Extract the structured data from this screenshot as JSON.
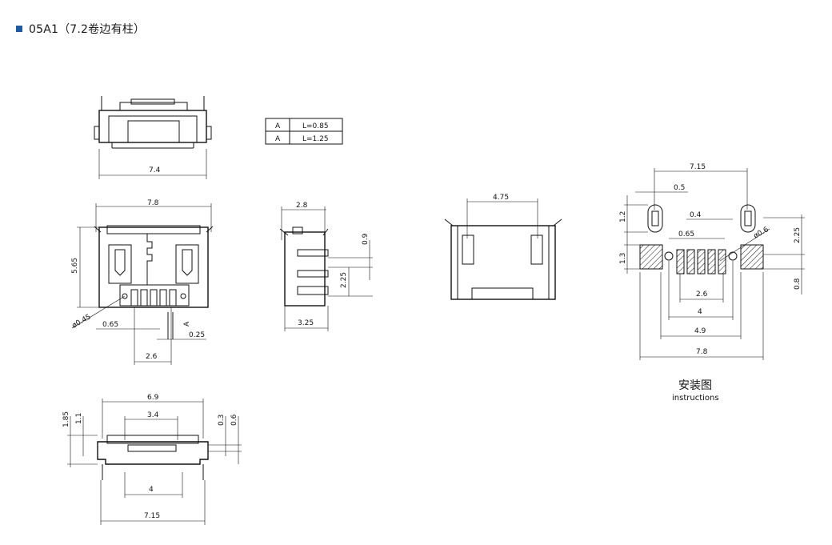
{
  "header": {
    "title": "05A1（7.2卷边有柱）",
    "bullet_color": "#1f5aa6",
    "bullet_icon": "square-bullet-icon"
  },
  "table": {
    "rows": [
      {
        "code": "A",
        "value": "L=0.85"
      },
      {
        "code": "A",
        "value": "L=1.25"
      }
    ]
  },
  "dims": {
    "top_view": {
      "width": "7.4"
    },
    "front_view": {
      "width": "7.8",
      "height": "5.65",
      "hole": "ø0.45",
      "pitch": "0.65",
      "span": "2.6",
      "lead": "0.25",
      "marker": "A"
    },
    "side_view": {
      "width": "2.8",
      "depth": "3.25",
      "h1": "0.9",
      "h2": "2.25"
    },
    "rear_view": {
      "width": "4.75"
    },
    "bottom_view": {
      "width": "6.9",
      "inner": "3.4",
      "h1": "1.85",
      "h2": "1.1",
      "h3": "0.3",
      "h4": "0.6",
      "pin_span": "4",
      "base": "7.15"
    },
    "footprint": {
      "span": "7.15",
      "slot_w": "0.5",
      "slot_h": "1.2",
      "gap": "0.4",
      "pitch": "0.65",
      "hole": "ø0.6",
      "pad_h": "1.3",
      "right_h": "2.25",
      "right_l": "0.8",
      "w1": "2.6",
      "w2": "4",
      "w3": "4.9",
      "w4": "7.8"
    }
  },
  "caption": {
    "main": "安装图",
    "sub": "instructions"
  }
}
